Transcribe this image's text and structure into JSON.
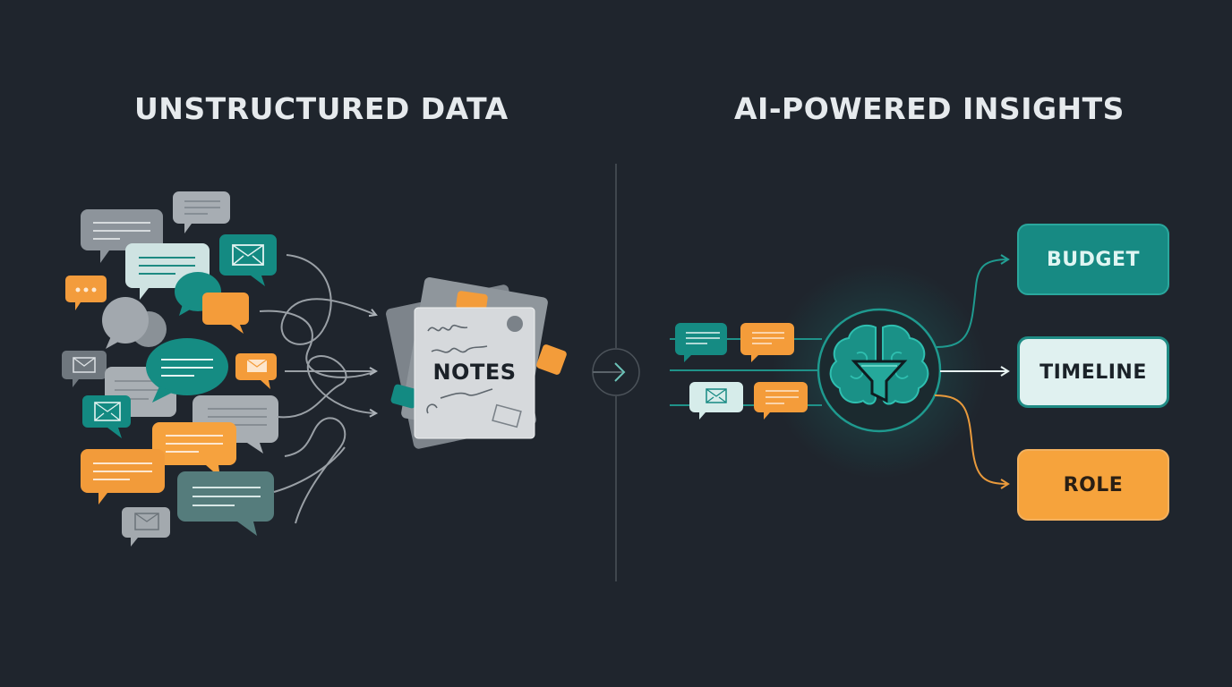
{
  "headings": {
    "left": "UNSTRUCTURED DATA",
    "right": "AI-POWERED INSIGHTS"
  },
  "left_panel": {
    "notes_label": "NOTES",
    "bubble_icons": [
      "chat-lines-icon",
      "ellipsis-icon",
      "envelope-icon"
    ]
  },
  "divider": {
    "icon": "arrow-right-circle-icon"
  },
  "right_panel": {
    "processor_icon": "brain-funnel-icon",
    "outputs": [
      {
        "label": "BUDGET",
        "color": "#178a83"
      },
      {
        "label": "TIMELINE",
        "color": "#e0f1f0"
      },
      {
        "label": "ROLE",
        "color": "#f6a33c"
      }
    ]
  },
  "colors": {
    "background": "#1f252d",
    "teal": "#178a83",
    "orange": "#f6a33c",
    "gray": "#9aa1a8",
    "light": "#e0f1f0"
  }
}
